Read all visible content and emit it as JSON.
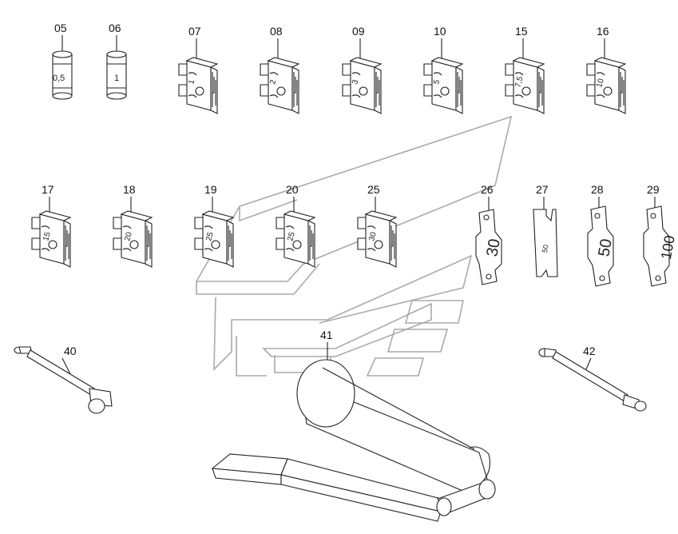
{
  "diagram": {
    "labels": {
      "p05": "05",
      "p06": "06",
      "p07": "07",
      "p08": "08",
      "p09": "09",
      "p10": "10",
      "p15": "15",
      "p16": "16",
      "p17": "17",
      "p18": "18",
      "p19": "19",
      "p20": "20",
      "p25": "25",
      "p26": "26",
      "p27": "27",
      "p28": "28",
      "p29": "29",
      "p40": "40",
      "p41": "41",
      "p42": "42"
    },
    "values": {
      "p05": "0,5",
      "p06": "1",
      "p07": "1",
      "p08": "2",
      "p09": "3",
      "p10": "5",
      "p15": "7,5",
      "p16": "10",
      "p17": "15",
      "p18": "20",
      "p19": "25",
      "p20": "25",
      "p25": "30",
      "p26": "30",
      "p27": "50",
      "p28": "50",
      "p29": "100"
    }
  }
}
